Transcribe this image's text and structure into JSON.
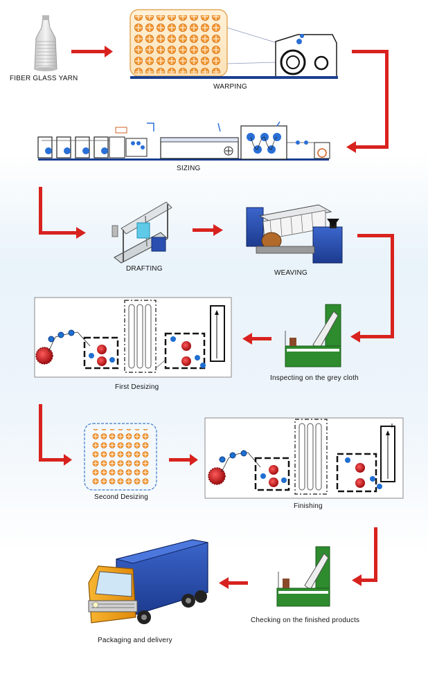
{
  "steps": [
    {
      "id": "fiber-glass-yarn",
      "label": "FIBER GLASS YARN"
    },
    {
      "id": "warping",
      "label": "WARPING"
    },
    {
      "id": "sizing",
      "label": "SIZING"
    },
    {
      "id": "drafting",
      "label": "DRAFTING"
    },
    {
      "id": "weaving",
      "label": "WEAVING"
    },
    {
      "id": "inspecting",
      "label": "Inspecting on the grey cloth"
    },
    {
      "id": "first-desizing",
      "label": "First Desizing"
    },
    {
      "id": "second-desizing",
      "label": "Second Desizing"
    },
    {
      "id": "finishing",
      "label": "Finishing"
    },
    {
      "id": "checking",
      "label": "Checking on the finished products"
    },
    {
      "id": "packaging",
      "label": "Packaging and delivery"
    }
  ],
  "colors": {
    "arrow": "#d8221e",
    "machine_blue": "#1a3f8f",
    "bobbin_orange": "#f39a3a",
    "roller_red": "#c0161a",
    "roller_blue": "#1f6fd1",
    "inspect_green": "#2e8b2e",
    "truck_cab": "#f2a51a",
    "truck_box": "#2a4fb0"
  }
}
